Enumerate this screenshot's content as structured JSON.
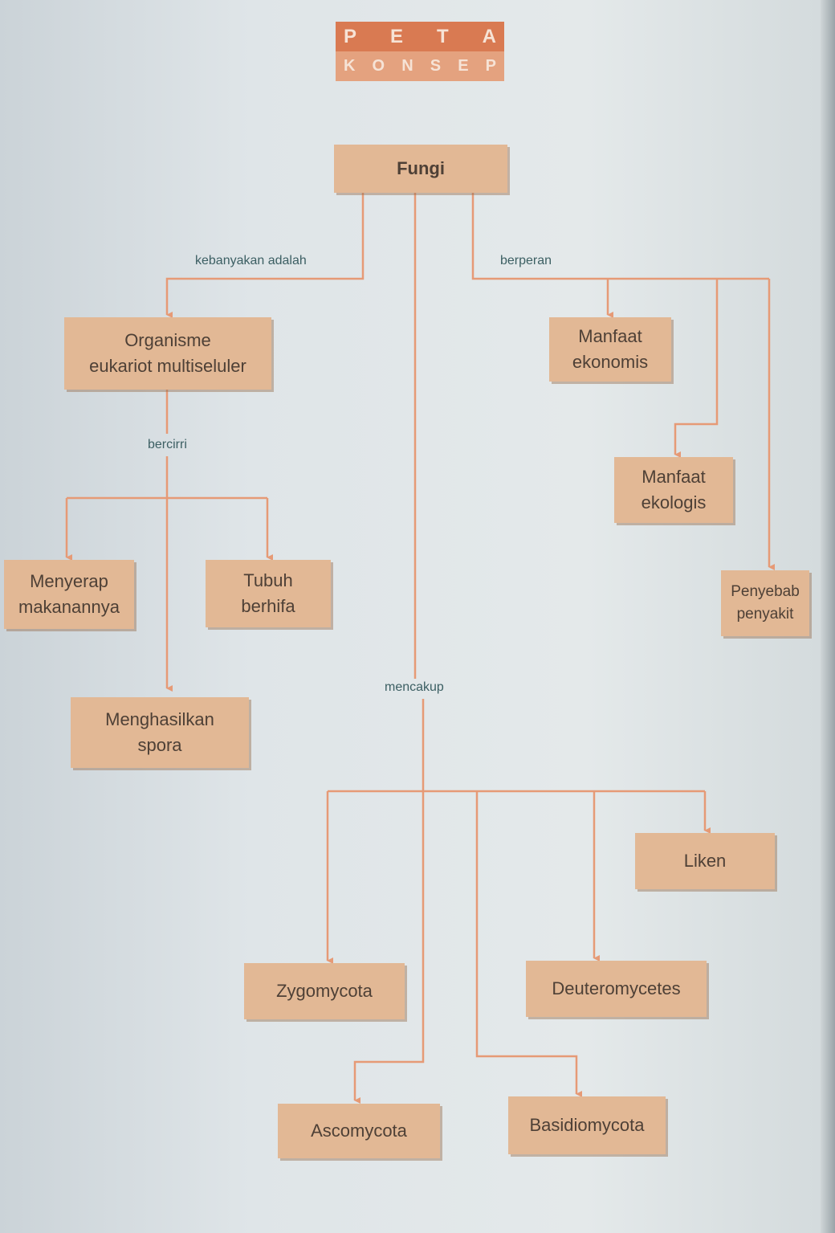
{
  "header": {
    "line1": [
      "P",
      "E",
      "T",
      "A"
    ],
    "line2": [
      "K",
      "O",
      "N",
      "S",
      "E",
      "P"
    ]
  },
  "nodes": {
    "fungi": "Fungi",
    "organisme": "Organisme\neukariot multiseluler",
    "manfaat_ekonomis": "Manfaat\nekonomis",
    "manfaat_ekologis": "Manfaat\nekologis",
    "penyebab_penyakit": "Penyebab\npenyakit",
    "menyerap": "Menyerap\nmakanannya",
    "tubuh_berhifa": "Tubuh\nberhifa",
    "menghasilkan_spora": "Menghasilkan\nspora",
    "liken": "Liken",
    "zygomycota": "Zygomycota",
    "deuteromycetes": "Deuteromycetes",
    "ascomycota": "Ascomycota",
    "basidiomycota": "Basidiomycota"
  },
  "labels": {
    "kebanyakan": "kebanyakan adalah",
    "berperan": "berperan",
    "bercirri": "bercirri",
    "mencakup": "mencakup"
  },
  "colors": {
    "node_fill": "#e2b895",
    "line": "#e69a76",
    "label_text": "#3c5f63"
  }
}
